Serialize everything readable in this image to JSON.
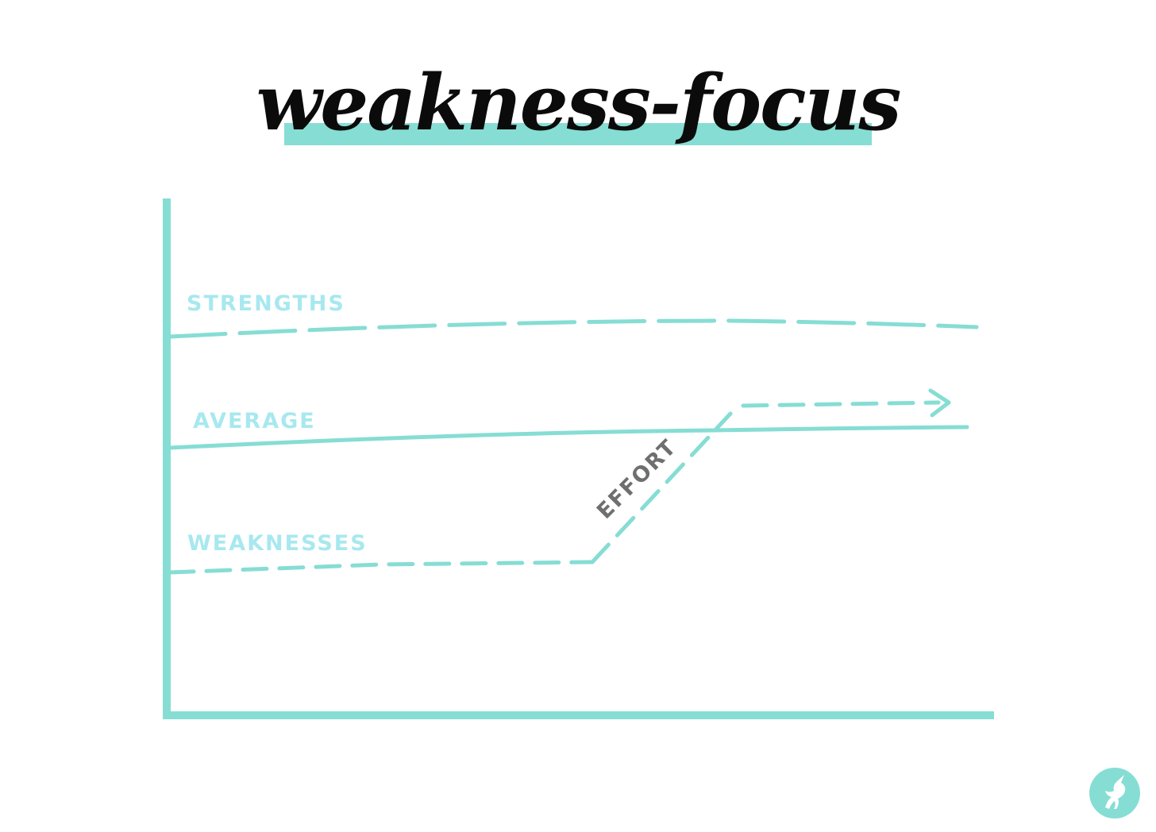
{
  "title": "weakness-focus",
  "labels": {
    "strengths": "STRENGTHS",
    "average": "AVERAGE",
    "weaknesses": "WEAKNESSES",
    "effort": "EFFORT"
  },
  "colors": {
    "accent": "#86ddd4",
    "label_text": "#a8e8ef",
    "effort_text": "#6f6f6f",
    "title_text": "#0b0b0b"
  },
  "icons": {
    "logo": "unicorn-logo-icon"
  }
}
